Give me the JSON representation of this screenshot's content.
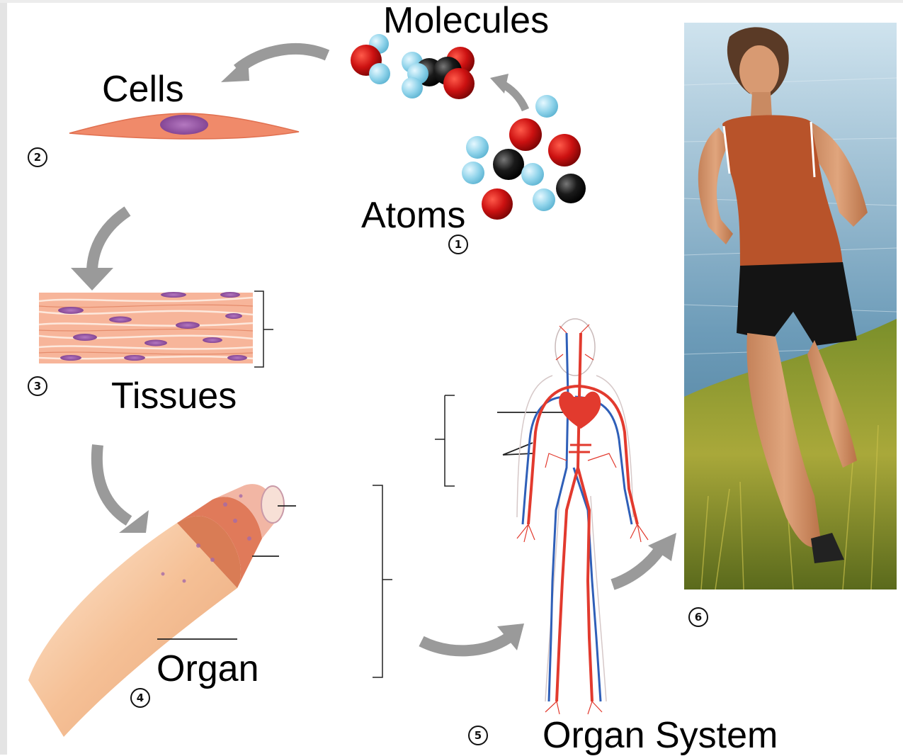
{
  "levels": {
    "atoms": {
      "label": "Atoms",
      "step": "1"
    },
    "molecules": {
      "label": "Molecules"
    },
    "cells": {
      "label": "Cells",
      "step": "2"
    },
    "tissues": {
      "label": "Tissues",
      "step": "3"
    },
    "organ": {
      "label": "Organ",
      "step": "4"
    },
    "organ_system": {
      "label": "Organ System",
      "step": "5"
    },
    "organism": {
      "step": "6"
    }
  },
  "colors": {
    "arrow": "#9a9a9a",
    "oxygen": "#cc1111",
    "carbon": "#1a1a1a",
    "hydrogen": "#8fd3ea",
    "cell": "#f08a6a",
    "nucleus": "#9a55a8",
    "artery": "#e23a2e",
    "vein": "#2f5fb8"
  }
}
